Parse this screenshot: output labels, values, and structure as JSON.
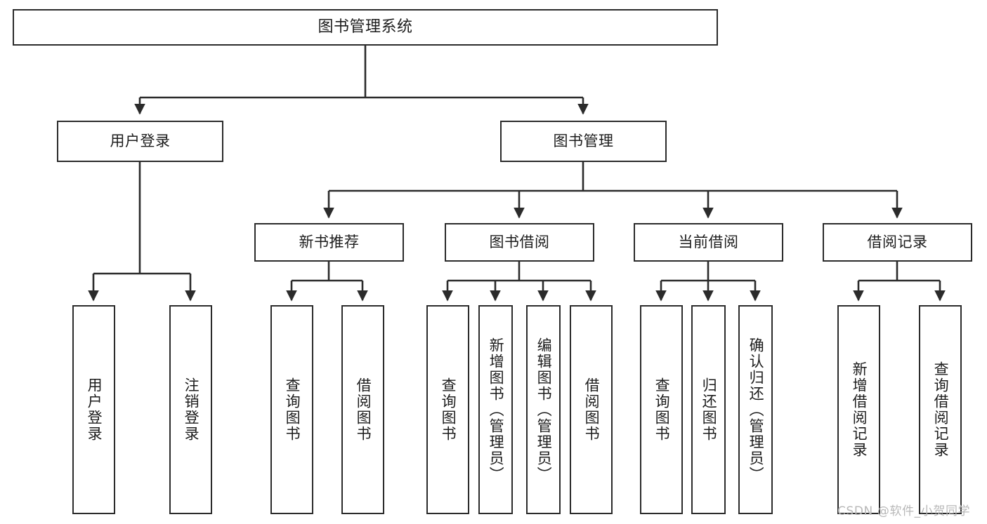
{
  "diagram": {
    "title": "图书管理系统",
    "type": "tree",
    "orientation": "top-down",
    "colors": {
      "box_border": "#2b2b2b",
      "box_fill": "#ffffff",
      "connector": "#2b2b2b",
      "text": "#1c1c1c",
      "watermark": "#b8b8b8",
      "background": "#ffffff"
    },
    "nodes": {
      "root": {
        "label": "图书管理系统"
      },
      "level2": [
        {
          "label": "用户登录"
        },
        {
          "label": "图书管理"
        }
      ],
      "level3": [
        {
          "label": "新书推荐"
        },
        {
          "label": "图书借阅"
        },
        {
          "label": "当前借阅"
        },
        {
          "label": "借阅记录"
        }
      ],
      "leaves": [
        {
          "label": "用户登录",
          "parent": "用户登录"
        },
        {
          "label": "注销登录",
          "parent": "用户登录"
        },
        {
          "label": "查询图书",
          "parent": "新书推荐"
        },
        {
          "label": "借阅图书",
          "parent": "新书推荐"
        },
        {
          "label": "查询图书",
          "parent": "图书借阅"
        },
        {
          "label": "新增图书（管理员）",
          "parent": "图书借阅"
        },
        {
          "label": "编辑图书（管理员）",
          "parent": "图书借阅"
        },
        {
          "label": "借阅图书",
          "parent": "图书借阅"
        },
        {
          "label": "查询图书",
          "parent": "当前借阅"
        },
        {
          "label": "归还图书",
          "parent": "当前借阅"
        },
        {
          "label": "确认归还（管理员）",
          "parent": "当前借阅"
        },
        {
          "label": "新增借阅记录",
          "parent": "借阅记录"
        },
        {
          "label": "查询借阅记录",
          "parent": "借阅记录"
        }
      ]
    },
    "watermark": "CSDN @软件_小贺同学"
  }
}
